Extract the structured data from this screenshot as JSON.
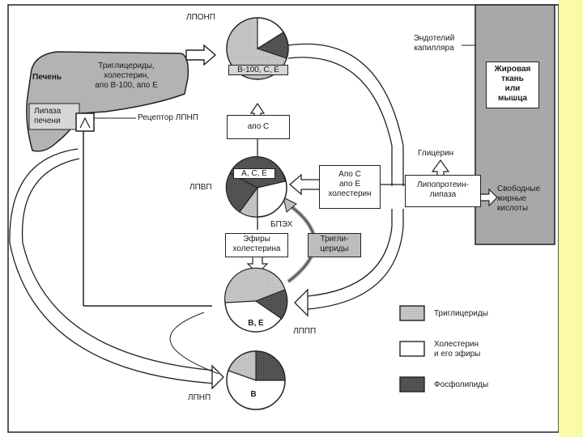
{
  "colors": {
    "triglycerides": "#c4c4c4",
    "cholesterol": "#ffffff",
    "phospholipids": "#4e4e4e",
    "tissue_wall": "#a8a8a8",
    "liver": "#b3b3b3",
    "side_strip": "#fdfaa6"
  },
  "labels": {
    "lponp": "ЛПОНП",
    "lpvp": "ЛПВП",
    "lppp": "ЛППП",
    "lpnp": "ЛПНП",
    "liver": "Печень",
    "liver_contents": [
      "Триглицериды,",
      "холестерин,",
      "апо B-100, апо E"
    ],
    "hepatic_lipase": [
      "Липаза",
      "печени"
    ],
    "ldl_receptor": "Рецептор ЛПНП",
    "endothelium": [
      "Эндотелий",
      "капилляра"
    ],
    "tissue": [
      "Жировая",
      "ткань",
      "или",
      "мышца"
    ],
    "glycerol": "Глицерин",
    "lipoprotein_lipase": [
      "Липопротеин-",
      "липаза"
    ],
    "free_fatty_acids": [
      "Свободные",
      "жирные",
      "кислоты"
    ],
    "apo_c_box": "апо C",
    "transfer_box": [
      "Апо C",
      "апо E",
      "холестерин"
    ],
    "bpeh": "БПЭХ",
    "cholesterol_esters": [
      "Эфиры",
      "холестерина"
    ],
    "triglycerides_box": [
      "Тригли-",
      "цериды"
    ],
    "pie_lponp": "B-100, C, E",
    "pie_lpvp": "A, C, E",
    "pie_lppp": "B, E",
    "pie_lpnp": "B"
  },
  "legend": [
    {
      "label": "Триглицериды",
      "color": "#c4c4c4"
    },
    {
      "label": "Холестерин и его эфиры",
      "label_lines": [
        "Холестерин",
        "и его эфиры"
      ],
      "color": "#ffffff"
    },
    {
      "label": "Фосфолипиды",
      "color": "#4e4e4e"
    }
  ]
}
